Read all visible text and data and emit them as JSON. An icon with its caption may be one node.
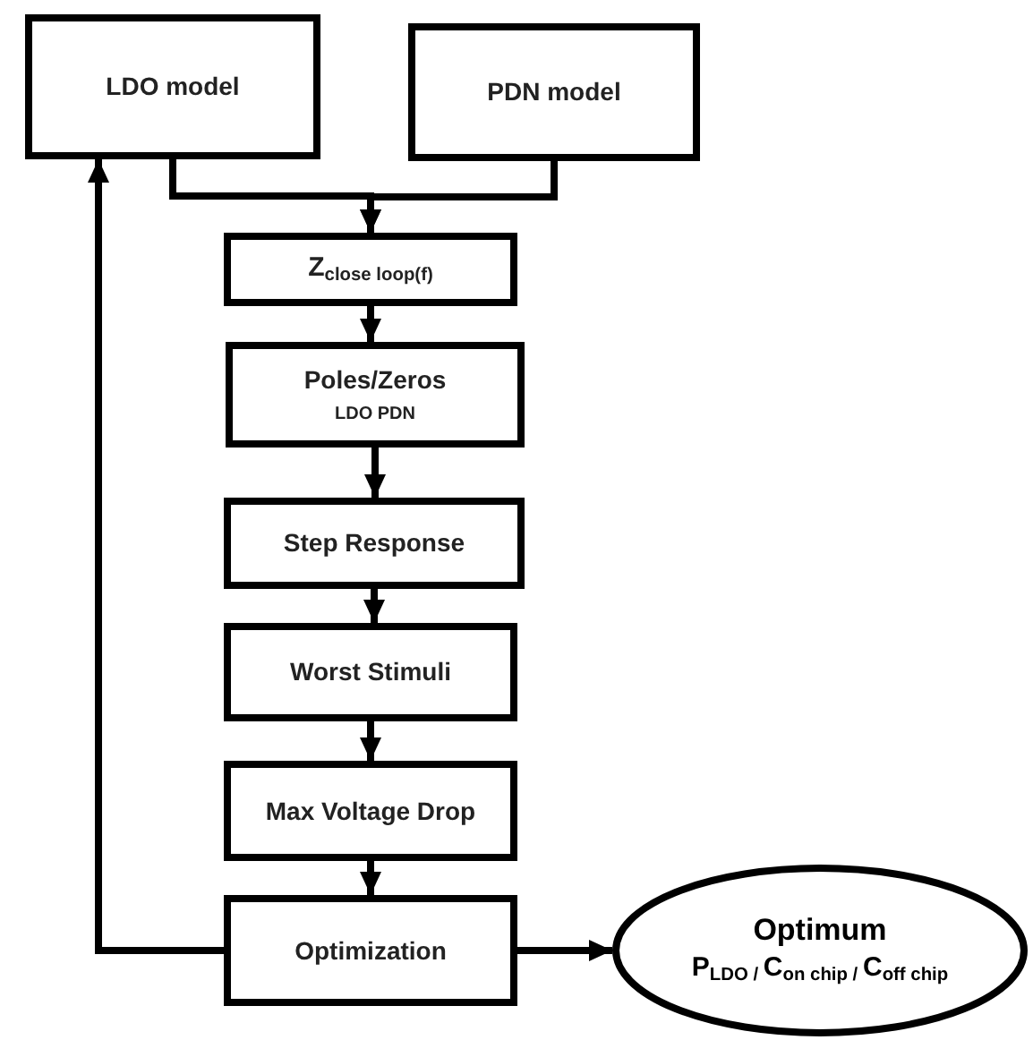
{
  "diagram": {
    "nodes": [
      {
        "text": [
          "LDO model"
        ]
      },
      {
        "text": [
          "PDN model"
        ]
      },
      {
        "text": [
          "Z$_{close loop(f)}$"
        ]
      },
      {
        "text": [
          "Poles/Zeros",
          "LDO PDN"
        ]
      },
      {
        "text": [
          "Step Response"
        ]
      },
      {
        "text": [
          "Worst Stimuli"
        ]
      },
      {
        "text": [
          "Max Voltage Drop"
        ]
      },
      {
        "text": [
          "Optimization"
        ]
      },
      {
        "text": [
          "Optimum",
          "P$_{LDO / }$C$_{on chip / }$C$_{off chip}$"
        ]
      }
    ],
    "edges": [
      {
        "from": 0,
        "to": 2,
        "arrow": "to"
      },
      {
        "from": 1,
        "to": 2,
        "arrow": "to"
      },
      {
        "from": 2,
        "to": 3,
        "arrow": "to"
      },
      {
        "from": 3,
        "to": 4,
        "arrow": "to"
      },
      {
        "from": 4,
        "to": 5,
        "arrow": "to"
      },
      {
        "from": 5,
        "to": 6,
        "arrow": "to"
      },
      {
        "from": 6,
        "to": 7,
        "arrow": "to"
      },
      {
        "from": 7,
        "to": 0,
        "arrow": "to"
      },
      {
        "from": 7,
        "to": 8,
        "arrow": "to"
      }
    ]
  }
}
